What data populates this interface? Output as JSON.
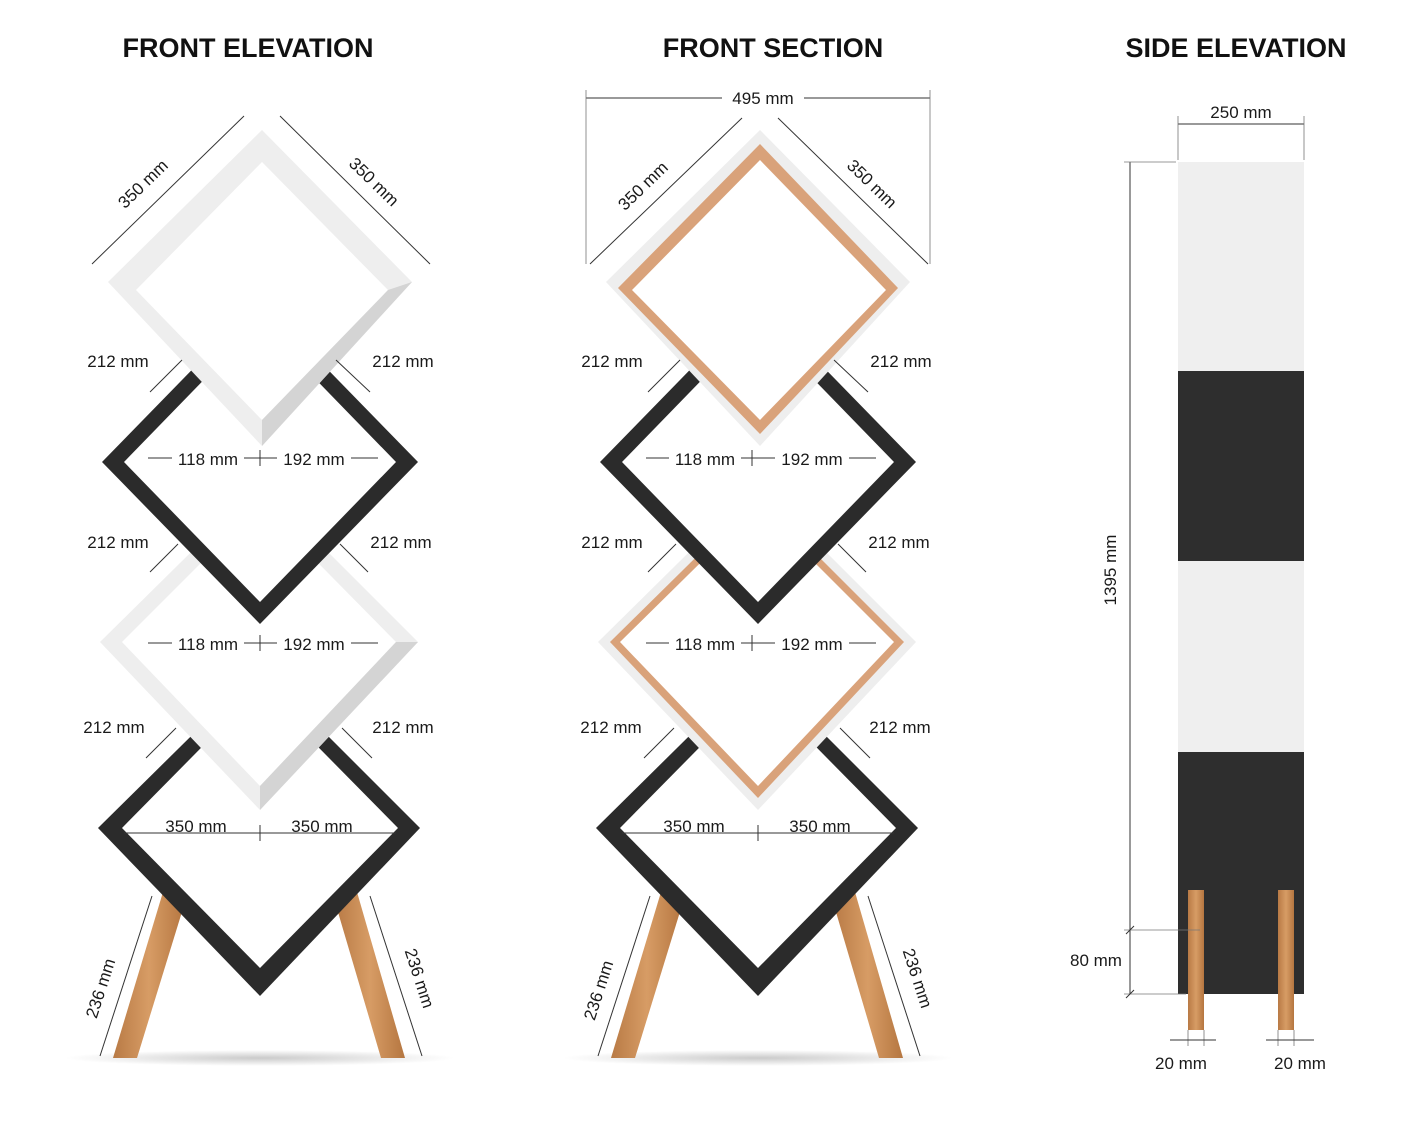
{
  "titles": {
    "front_elevation": "FRONT ELEVATION",
    "front_section": "FRONT SECTION",
    "side_elevation": "SIDE ELEVATION"
  },
  "dimensions": {
    "frame_side": "350 mm",
    "overall_width": "495 mm",
    "overlap": "212 mm",
    "inner_left": "118 mm",
    "inner_right": "192 mm",
    "base_half": "350 mm",
    "leg_length": "236 mm",
    "depth": "250 mm",
    "height": "1395 mm",
    "leg_height": "80 mm",
    "leg_width": "20 mm"
  },
  "colors": {
    "white_frame": "#eeeeee",
    "white_frame_shade": "#d4d4d4",
    "black_frame": "#2b2b2b",
    "wood": "#c98d56",
    "wood_dark": "#a96f3e",
    "section_core": "#d9a27a"
  }
}
